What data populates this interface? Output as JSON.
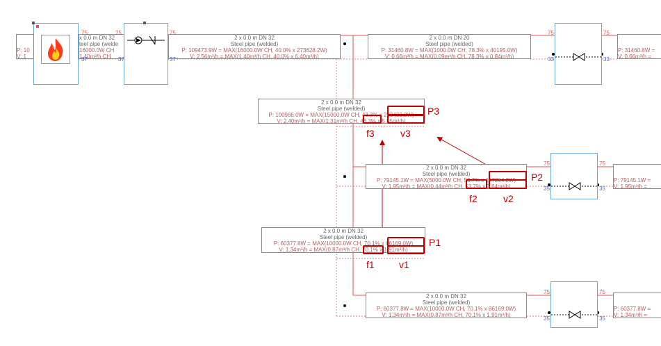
{
  "pipes": {
    "top_left": {
      "title": "x 0.0 m DN 32",
      "material": "teel pipe (welde",
      "p": "P:  10",
      "v": "V:  1",
      "p2": "16000.0W CH",
      "v2": "1.40m³/h CH"
    },
    "top_main": {
      "title": "2 x 0.0 m DN 32",
      "material": "Steel pipe (welded)",
      "p": "P:  109473.9W = MAX(16000.0W CH, 40.0% x 273628.2W)",
      "v": "V:  2.56m³/h = MAX(1.40m³/h CH, 40.0% x 6.40m³/h)"
    },
    "top_dn20": {
      "title": "2 x 0.0 m DN 20",
      "material": "Steel pipe (welded)",
      "p": "P:  31460.8W = MAX(1000.0W CH, 78.3% x 40195.0W)",
      "v": "V:  0.66m³/h = MAX(0.09m³/h CH, 78.3% x 0.84m³/h)"
    },
    "top_right_cut": {
      "p": "P:  31460.8W =",
      "v": "V:  0.66m³/h ="
    },
    "p3": {
      "title": "2 x 0.0 m DN 32",
      "material": "Steel pipe (welded)",
      "p": "P:  100966.0W = MAX(15000.0W CH, 43.3% x 233433.2W)",
      "v": "V:  2.40m³/h = MAX(1.31m³/h CH, 43.3% x 5.55m³/h)"
    },
    "p2": {
      "title": "2 x 0.0 m DN 32",
      "material": "Steel pipe (welded)",
      "p": "P:  79145.1W = MAX(5000.0W CH, 53.7% x 147264.2W)",
      "v": "V:  1.95m³/h = MAX(0.44m³/h CH, 53.7% x 3.64m³/h)"
    },
    "p2_right_cut": {
      "p": "P:  79145.1W =",
      "v": "V:  1.95m³/h ="
    },
    "p1": {
      "title": "2 x 0.0 m DN 32",
      "material": "Steel pipe (welded)",
      "p": "P:  60377.8W = MAX(10000.0W CH, 70.1% x 86169.0W)",
      "v": "V:  1.34m³/h = MAX(0.87m³/h CH, 70.1% x 1.91m³/h)"
    },
    "bottom": {
      "title": "2 x 0.0 m DN 32",
      "material": "Steel pipe (welded)",
      "p": "P:  60377.8W = MAX(10000.0W CH, 70.1% x 86169.0W)",
      "v": "V:  1.34m³/h = MAX(0.87m³/h CH, 70.1% x 1.91m³/h)"
    },
    "bottom_right_cut": {
      "p": "P:  60377.8W =",
      "v": "V:  1.34m³/h ="
    }
  },
  "port_labels": {
    "supply": "75",
    "return_37": "37",
    "return_33": "33",
    "return_35": "35"
  },
  "callouts": {
    "P3": "P3",
    "f3": "f3",
    "v3": "v3",
    "P2": "P2",
    "f2": "f2",
    "v2": "v2",
    "P1": "P1",
    "f1": "f1",
    "v1": "v1"
  },
  "colors": {
    "supply_line": "#e05050",
    "return_line": "#e08080",
    "highlight": "#c00000",
    "device_border": "#6aa6d6"
  }
}
